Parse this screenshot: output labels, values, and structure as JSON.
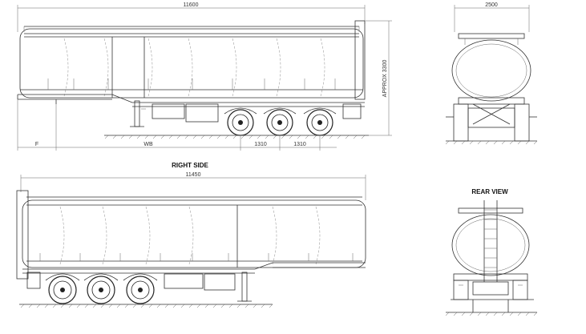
{
  "views": {
    "right_side_label": "RIGHT SIDE",
    "rear_view_label": "REAR VIEW"
  },
  "dimensions": {
    "top_overall_length": "11600",
    "top_height": "APPROX 3300",
    "top_dim_f": "F",
    "top_dim_wb": "WB",
    "top_axle_spacing_1": "1310",
    "top_axle_spacing_2": "1310",
    "rear_width": "2500",
    "bottom_overall_length": "11450"
  },
  "colors": {
    "line": "#333333",
    "background": "#ffffff"
  }
}
